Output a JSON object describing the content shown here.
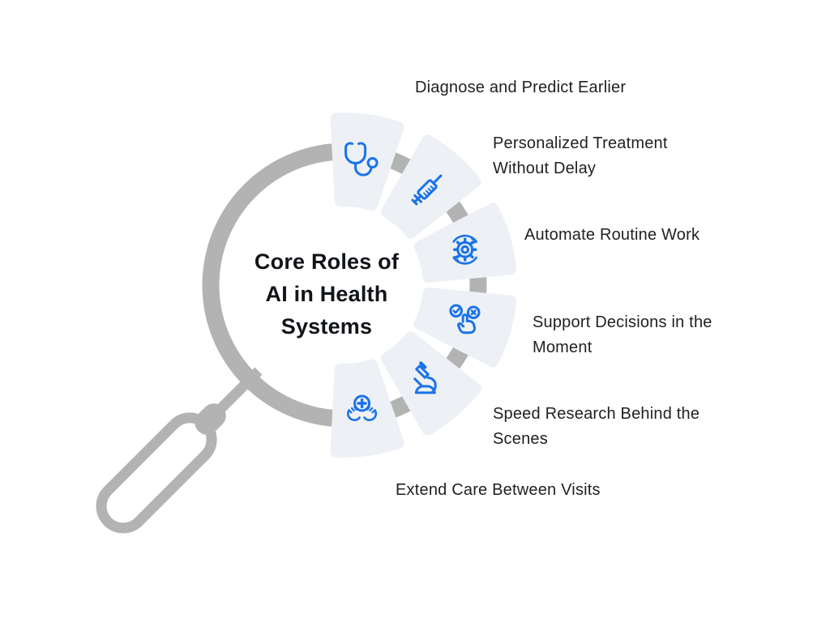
{
  "title_lines": [
    "Core Roles of",
    "AI in Health",
    "Systems"
  ],
  "items": [
    {
      "label": "Diagnose and Predict Earlier",
      "icon": "stethoscope"
    },
    {
      "label": "Personalized Treatment Without Delay",
      "icon": "syringe"
    },
    {
      "label": "Automate Routine Work",
      "icon": "gear-sync"
    },
    {
      "label": "Support Decisions in the Moment",
      "icon": "decision-tap"
    },
    {
      "label": "Speed Research Behind the Scenes",
      "icon": "microscope"
    },
    {
      "label": "Extend Care Between Visits",
      "icon": "hands-cross"
    }
  ],
  "colors": {
    "background": "#ffffff",
    "ring_gray": "#b3b3b3",
    "wedge_fill": "#edf0f4",
    "icon_blue": "#1a73e8",
    "title_text": "#111418",
    "label_text": "#202124"
  }
}
